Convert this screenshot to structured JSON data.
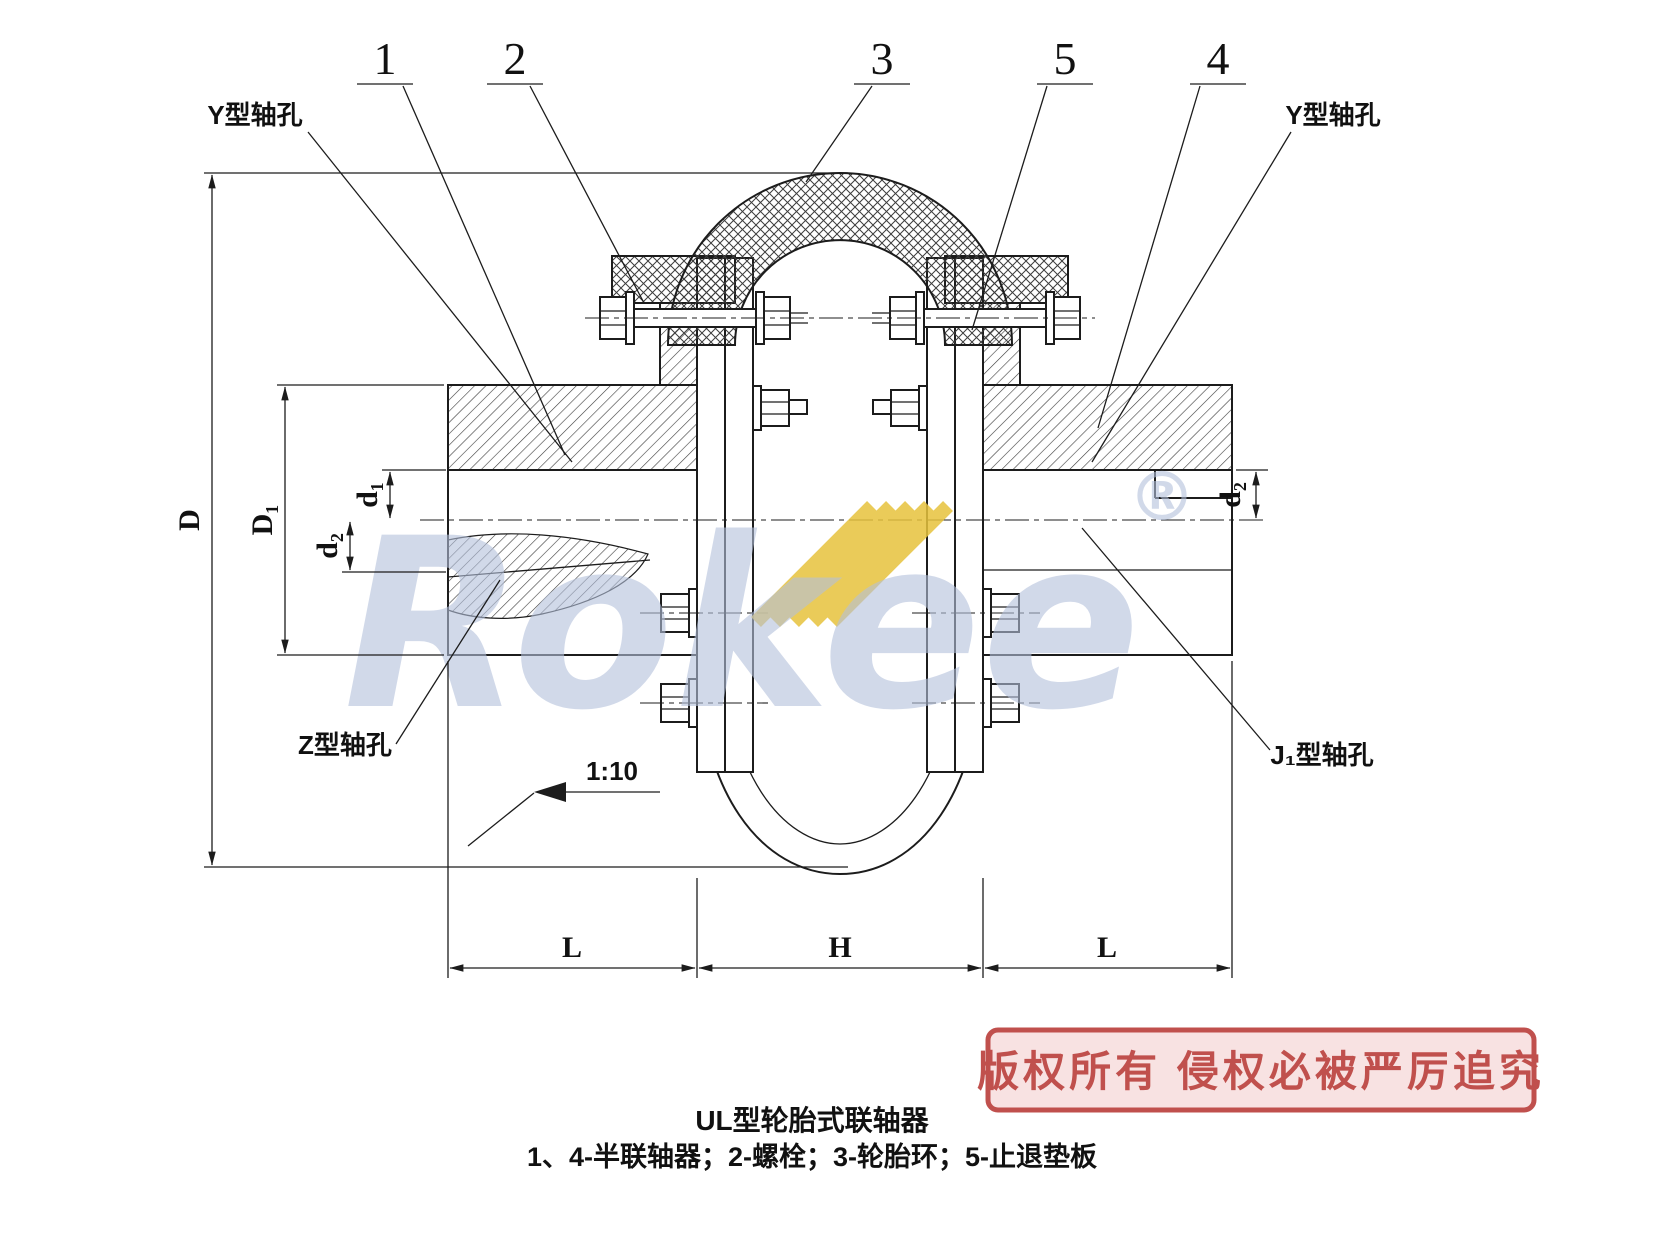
{
  "drawing": {
    "callouts": {
      "n1": "1",
      "n2": "2",
      "n3": "3",
      "n5": "5",
      "n4": "4"
    },
    "bore_labels": {
      "y_left": "Y型轴孔",
      "y_right": "Y型轴孔",
      "z_left": "Z型轴孔",
      "j1_right": "J₁型轴孔"
    },
    "taper_ratio": "1:10",
    "dims": {
      "D": "D",
      "D1": "D₁",
      "d1": "d₁",
      "d2_left": "d₂",
      "d2_right": "d₂",
      "L_left": "L",
      "H": "H",
      "L_right": "L"
    }
  },
  "watermark": {
    "brand": "Rokee",
    "registered": "®",
    "brand_color": "#b4c1dc",
    "stripe_color": "#e7c33d"
  },
  "stamp": {
    "text": "版权所有 侵权必被严厉追究",
    "border_color": "#c0504d",
    "text_color": "#c0504d"
  },
  "caption": {
    "title": "UL型轮胎式联轴器",
    "parts": "1、4-半联轴器；2-螺栓；3-轮胎环；5-止退垫板"
  }
}
